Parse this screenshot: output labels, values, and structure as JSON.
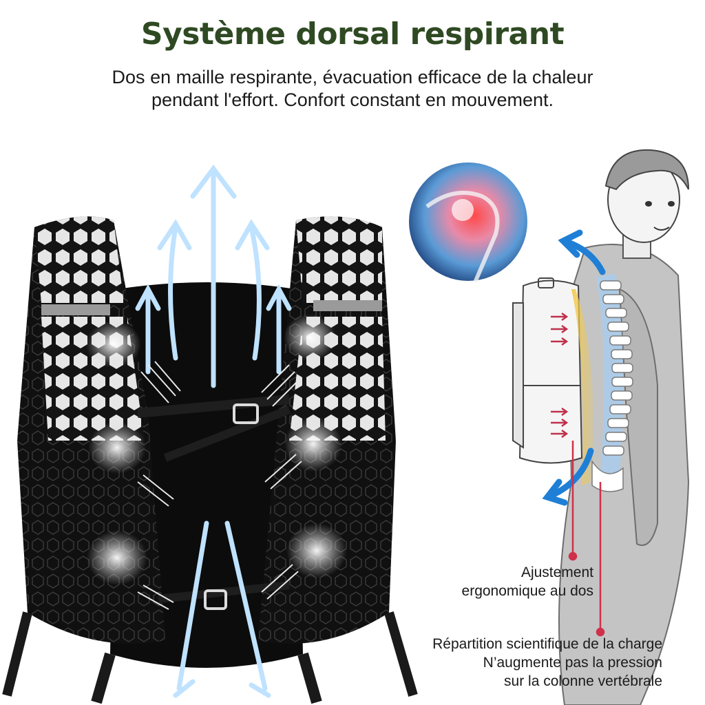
{
  "headline": {
    "title": "Système dorsal respirant",
    "subtitle_line1": "Dos en maille respirante, évacuation efficace de la chaleur",
    "subtitle_line2": "pendant l'effort. Confort constant en mouvement."
  },
  "callouts": {
    "fit_line1": "Ajustement",
    "fit_line2": "ergonomique au dos",
    "load_line1": "Répartition scientifique de la charge",
    "load_line2": "N’augmente pas la pression",
    "load_line3": "sur la colonne vertébrale"
  },
  "colors": {
    "title": "#2f4a23",
    "vest": "#141414",
    "mesh_light": "#e8e8e8",
    "airflow": "#cfe9ff",
    "spine_glow": "#f2c94c",
    "arrow_blue": "#1f7fd6",
    "pointer": "#d0304a"
  },
  "icons": [
    "airflow-arrow-icon",
    "heat-vapor-icon",
    "shoulder-joint-icon",
    "curved-arrow-icon"
  ]
}
